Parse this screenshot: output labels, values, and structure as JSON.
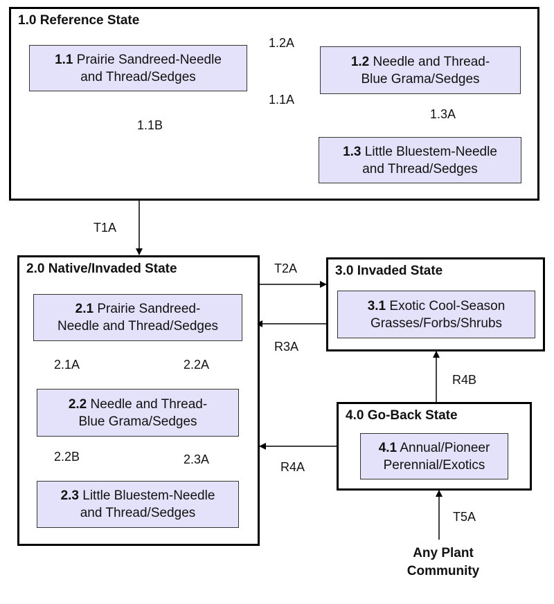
{
  "states": {
    "s1": {
      "title": "1.0 Reference State"
    },
    "s2": {
      "title": "2.0 Native/Invaded State"
    },
    "s3": {
      "title": "3.0 Invaded State"
    },
    "s4": {
      "title": "4.0 Go-Back State"
    }
  },
  "phases": {
    "p11": {
      "num": "1.1",
      "line1": "Prairie Sandreed-Needle",
      "line2": "and Thread/Sedges"
    },
    "p12": {
      "num": "1.2",
      "line1": "Needle and Thread-",
      "line2": "Blue Grama/Sedges"
    },
    "p13": {
      "num": "1.3",
      "line1": "Little Bluestem-Needle",
      "line2": "and Thread/Sedges"
    },
    "p21": {
      "num": "2.1",
      "line1": "Prairie Sandreed-",
      "line2": "Needle and Thread/Sedges"
    },
    "p22": {
      "num": "2.2",
      "line1": "Needle and Thread-",
      "line2": "Blue Grama/Sedges"
    },
    "p23": {
      "num": "2.3",
      "line1": "Little Bluestem-Needle",
      "line2": "and Thread/Sedges"
    },
    "p31": {
      "num": "3.1",
      "line1": "Exotic Cool-Season",
      "line2": "Grasses/Forbs/Shrubs"
    },
    "p41": {
      "num": "4.1",
      "line1": "Annual/Pioneer",
      "line2": "Perennial/Exotics"
    }
  },
  "transitions": {
    "t12A": "1.2A",
    "t11A": "1.1A",
    "t11B": "1.1B",
    "t13A": "1.3A",
    "T1A": "T1A",
    "T2A": "T2A",
    "R3A": "R3A",
    "t21A": "2.1A",
    "t22A": "2.2A",
    "t22B": "2.2B",
    "t23A": "2.3A",
    "R4B": "R4B",
    "R4A": "R4A",
    "T5A": "T5A"
  },
  "source": {
    "line1": "Any Plant",
    "line2": "Community"
  }
}
